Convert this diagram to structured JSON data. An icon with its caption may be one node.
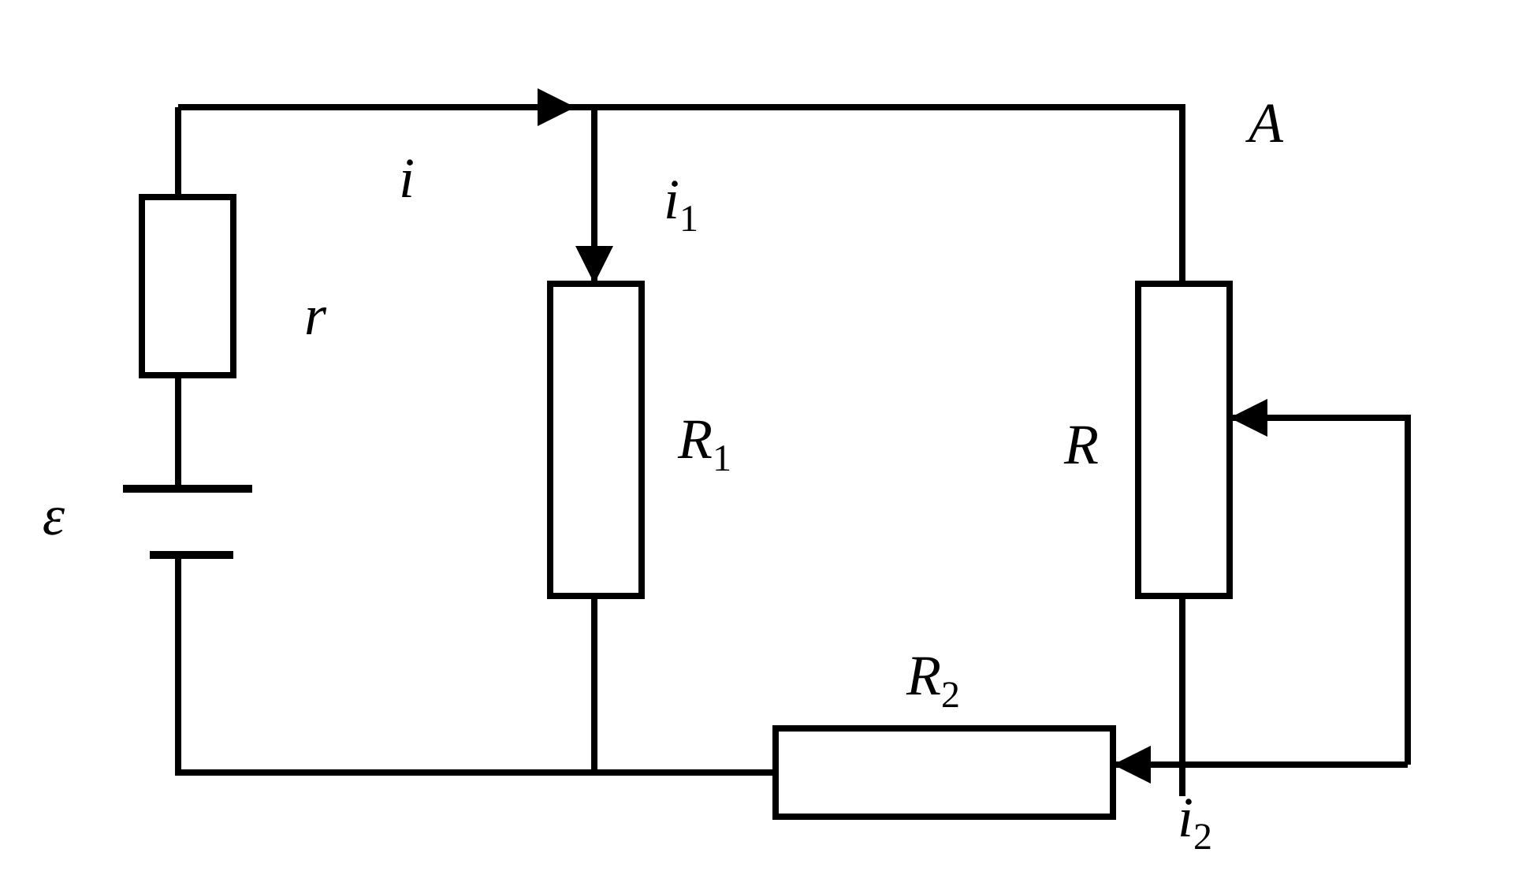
{
  "diagram": {
    "labels": [
      "A",
      "i",
      "i$_{1}$",
      "r",
      "R$_{1}$",
      "R",
      "ε",
      "R$_{2}$",
      "i$_{2}$"
    ]
  }
}
